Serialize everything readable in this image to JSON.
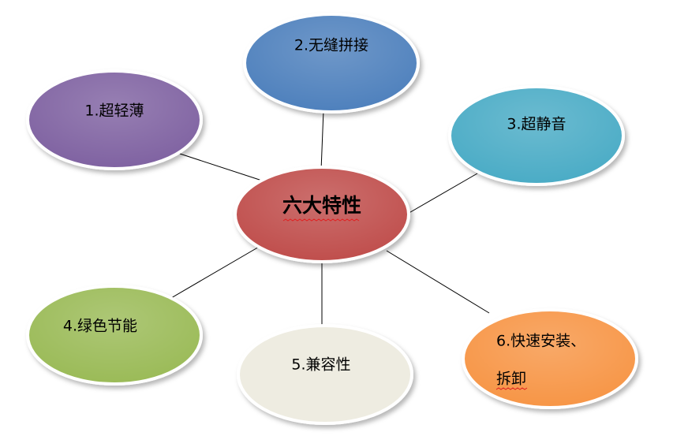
{
  "diagram": {
    "center": {
      "label": "六大特性",
      "color": "#c0504d"
    },
    "nodes": [
      {
        "id": "1",
        "label": "1.超轻薄",
        "color": "#8064a2"
      },
      {
        "id": "2",
        "label": "2.无缝拼接",
        "color": "#4f81bd"
      },
      {
        "id": "3",
        "label": "3.超静音",
        "color": "#4bacc6"
      },
      {
        "id": "4",
        "label": "4.绿色节能",
        "color": "#9bbb59"
      },
      {
        "id": "5",
        "label": "5.兼容性",
        "color": "#eeece1"
      },
      {
        "id": "6",
        "label_line1": "6.快速安装、",
        "label_line2": "拆卸",
        "color": "#f79646"
      }
    ]
  }
}
